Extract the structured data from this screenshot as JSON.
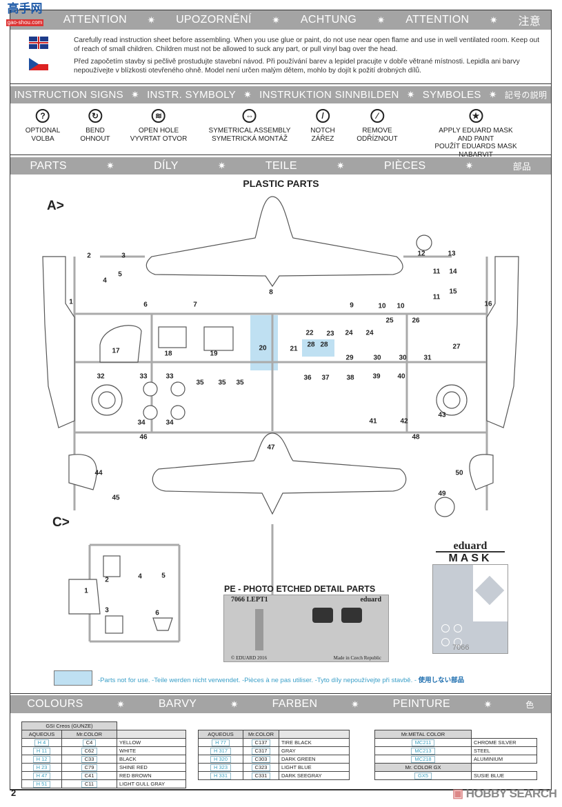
{
  "logo": {
    "text": "高手网",
    "sub": "gao-shou.com"
  },
  "attention": {
    "headers": [
      "ATTENTION",
      "UPOZORNĚNÍ",
      "ACHTUNG",
      "ATTENTION",
      "注意"
    ],
    "en": "Carefully read instruction sheet before assembling. When you use glue or paint, do not use near open flame and use in well ventilated room. Keep out of reach of small children. Children must not be allowed to suck any part, or pull vinyl bag over the head.",
    "cz": "Před započetím stavby si pečlivě prostudujte stavební návod. Při používání barev a lepidel pracujte v dobře větrané místnosti. Lepidla ani barvy nepoužívejte v blízkosti otevřeného ohně. Model není určen malým dětem, mohlo by dojít k požití drobných dílů."
  },
  "signs": {
    "headers": [
      "INSTRUCTION SIGNS",
      "INSTR. SYMBOLY",
      "INSTRUKTION  SINNBILDEN",
      "SYMBOLES",
      "記号の説明"
    ],
    "items": [
      {
        "icon": "question-icon",
        "glyph": "?",
        "l1": "OPTIONAL",
        "l2": "VOLBA"
      },
      {
        "icon": "bend-arrow-icon",
        "glyph": "↻",
        "l1": "BEND",
        "l2": "OHNOUT"
      },
      {
        "icon": "drill-icon",
        "glyph": "≋",
        "l1": "OPEN HOLE",
        "l2": "VYVRTAT OTVOR"
      },
      {
        "icon": "symmetric-icon",
        "glyph": "⇔",
        "l1": "SYMETRICAL ASSEMBLY",
        "l2": "SYMETRICKÁ MONTÁŽ"
      },
      {
        "icon": "notch-icon",
        "glyph": "/",
        "l1": "NOTCH",
        "l2": "ZÁŘEZ"
      },
      {
        "icon": "knife-icon",
        "glyph": "⁄",
        "l1": "REMOVE",
        "l2": "ODŘÍZNOUT"
      },
      {
        "icon": "star-icon",
        "glyph": "★",
        "l1": "APPLY EDUARD MASK AND PAINT",
        "l2": "POUŽÍT EDUARDS MASK NABARVIT"
      }
    ]
  },
  "parts": {
    "headers": [
      "PARTS",
      "DÍLY",
      "TEILE",
      "PIÈCES",
      "部品"
    ],
    "title": "PLASTIC PARTS",
    "sprueA": "A>",
    "sprueC": "C>",
    "labelsA": [
      "1",
      "2",
      "3",
      "4",
      "5",
      "6",
      "7",
      "8",
      "9",
      "10",
      "10",
      "11",
      "11",
      "12",
      "13",
      "14",
      "15",
      "16",
      "17",
      "18",
      "19",
      "20",
      "21",
      "22",
      "23",
      "24",
      "24",
      "25",
      "26",
      "27",
      "28",
      "28",
      "29",
      "30",
      "30",
      "31",
      "32",
      "33",
      "33",
      "34",
      "34",
      "35",
      "35",
      "35",
      "36",
      "37",
      "38",
      "39",
      "40",
      "41",
      "42",
      "43",
      "44",
      "45",
      "46",
      "47",
      "48",
      "49",
      "50"
    ],
    "labelsC": [
      "1",
      "2",
      "3",
      "4",
      "5",
      "6"
    ],
    "pe_title": "PE - PHOTO ETCHED DETAIL PARTS",
    "pe_code": "7066 LEPT1",
    "pe_brand": "eduard",
    "pe_copy": "© EDUARD 2016",
    "pe_made": "Made in Czech Republic",
    "mask_brand": "eduard",
    "mask_word": "MASK",
    "mask_code": "7066",
    "legend": "-Parts not for use. -Teile werden nicht verwendet. -Pièces à ne pas utiliser. -Tyto díly nepoužívejte při stavbě. - ",
    "legend_jp": "使用しない部品",
    "notuse_color": "#bfe0f2"
  },
  "colours": {
    "headers": [
      "COLOURS",
      "BARVY",
      "FARBEN",
      "PEINTURE",
      "色"
    ],
    "brand": "GSI Creos (GUNZE)",
    "col_aq": "AQUEOUS",
    "col_mr": "Mr.COLOR",
    "table1": [
      [
        "H 4",
        "C4",
        "YELLOW"
      ],
      [
        "H 11",
        "C62",
        "WHITE"
      ],
      [
        "H 12",
        "C33",
        "BLACK"
      ],
      [
        "H 23",
        "C79",
        "SHINE RED"
      ],
      [
        "H 47",
        "C41",
        "RED BROWN"
      ],
      [
        "H 51",
        "C11",
        "LIGHT GULL GRAY"
      ]
    ],
    "table2": [
      [
        "H 77",
        "C137",
        "TIRE BLACK"
      ],
      [
        "H 317",
        "C317",
        "GRAY"
      ],
      [
        "H 320",
        "C303",
        "DARK GREEN"
      ],
      [
        "H 323",
        "C323",
        "LIGHT BLUE"
      ],
      [
        "H 331",
        "C331",
        "DARK SEEGRAY"
      ]
    ],
    "metal_header": "Mr.METAL COLOR",
    "gx_header": "Mr. COLOR GX",
    "table3": [
      [
        "MC211",
        "CHROME SILVER"
      ],
      [
        "MC213",
        "STEEL"
      ],
      [
        "MC218",
        "ALUMINIUM"
      ]
    ],
    "table4": [
      [
        "GX5",
        "SUSIE BLUE"
      ]
    ]
  },
  "page_number": "2",
  "watermark": "HOBBY SEARCH"
}
